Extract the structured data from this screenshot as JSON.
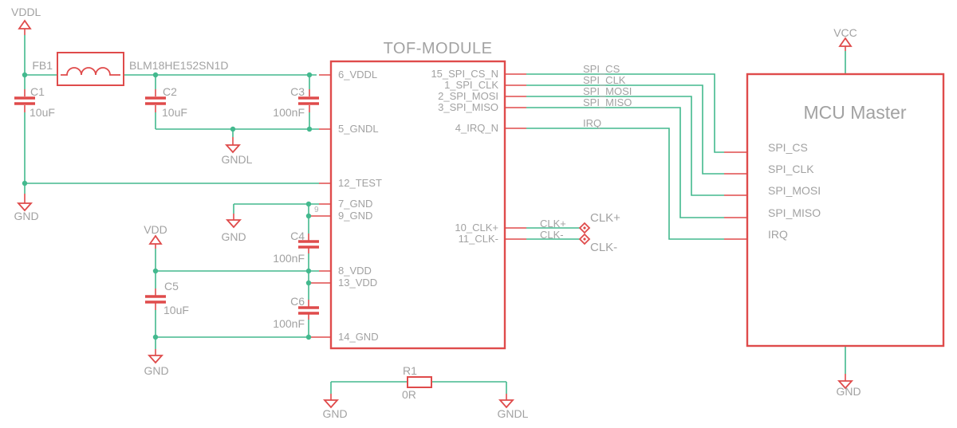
{
  "colors": {
    "bg": "#ffffff",
    "wire": "#43b98e",
    "symbol": "#df4b4b",
    "text": "#a2a2a2",
    "text_small": "#b0b0b0"
  },
  "tof": {
    "title": "TOF-MODULE",
    "pins_left": [
      "6_VDDL",
      "5_GNDL",
      "12_TEST",
      "7_GND",
      "9_GND",
      "8_VDD",
      "13_VDD",
      "14_GND"
    ],
    "pins_right": [
      "15_SPI_CS_N",
      "1_SPI_CLK",
      "2_SPI_MOSI",
      "3_SPI_MISO",
      "4_IRQ_N",
      "10_CLK+",
      "11_CLK-"
    ]
  },
  "mcu": {
    "title": "MCU Master",
    "pins": [
      "SPI_CS",
      "SPI_CLK",
      "SPI_MOSI",
      "SPI_MISO",
      "IRQ"
    ]
  },
  "nets": {
    "spi_cs": "SPI_CS",
    "spi_clk": "SPI_CLK",
    "spi_mosi": "SPI_MOSI",
    "spi_miso": "SPI_MISO",
    "irq": "IRQ",
    "clk_p": "CLK+",
    "clk_n": "CLK-"
  },
  "flags": {
    "vddl": "VDDL",
    "vdd": "VDD",
    "vcc": "VCC",
    "gnd": "GND",
    "gndl": "GNDL"
  },
  "components": {
    "fb1": {
      "ref": "FB1",
      "value": "BLM18HE152SN1D"
    },
    "c1": {
      "ref": "C1",
      "value": "10uF"
    },
    "c2": {
      "ref": "C2",
      "value": "10uF"
    },
    "c3": {
      "ref": "C3",
      "value": "100nF"
    },
    "c4": {
      "ref": "C4",
      "value": "100nF"
    },
    "c5": {
      "ref": "C5",
      "value": "10uF"
    },
    "c6": {
      "ref": "C6",
      "value": "100nF"
    },
    "r1": {
      "ref": "R1",
      "value": "0R"
    }
  },
  "pin_numbers": {
    "pin9": "9"
  }
}
